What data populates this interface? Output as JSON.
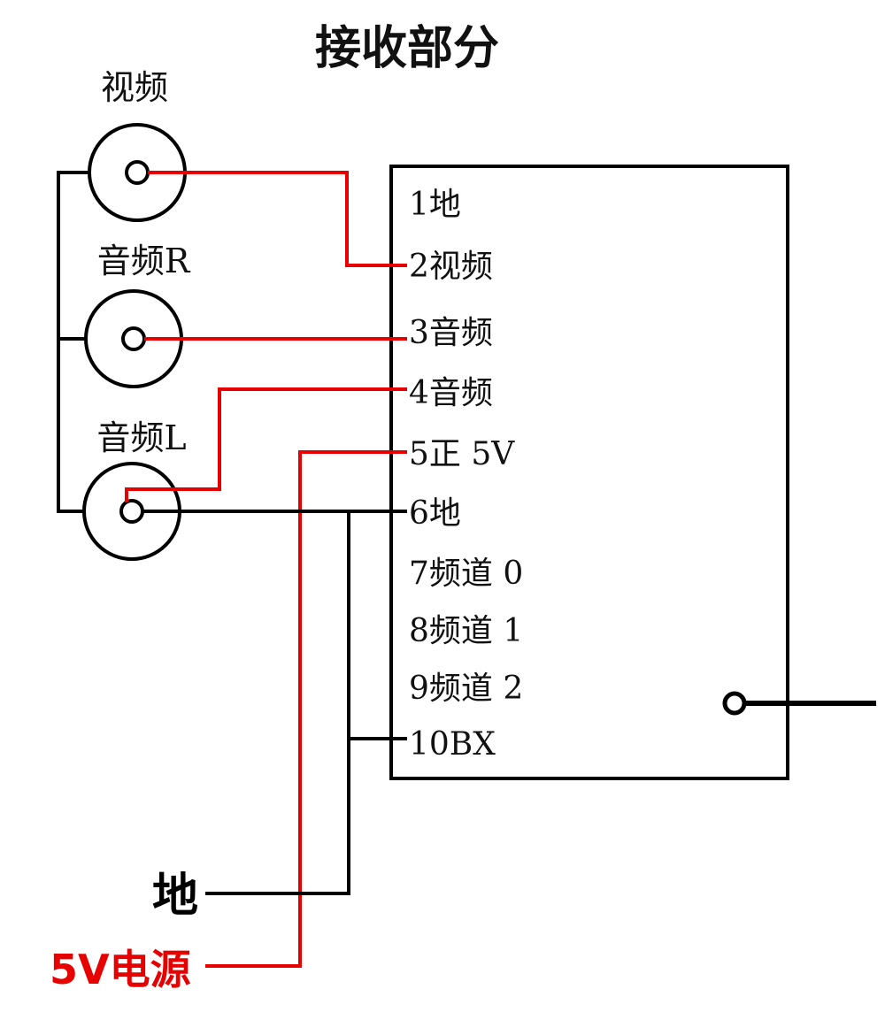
{
  "title": "接收部分",
  "jacks": {
    "video": "视频",
    "audio_r": "音频R",
    "audio_l": "音频L"
  },
  "pins": [
    "1地",
    "2视频",
    "3音频",
    "4音频",
    "5正 5V",
    "6地",
    "7频道 0",
    "8频道 1",
    "9频道 2",
    "10BX"
  ],
  "ground": "地",
  "power": "5V电源",
  "colors": {
    "wire_signal": "#e60000",
    "wire_ground": "#000000",
    "power_label": "#e60000",
    "ground_label": "#000000"
  }
}
